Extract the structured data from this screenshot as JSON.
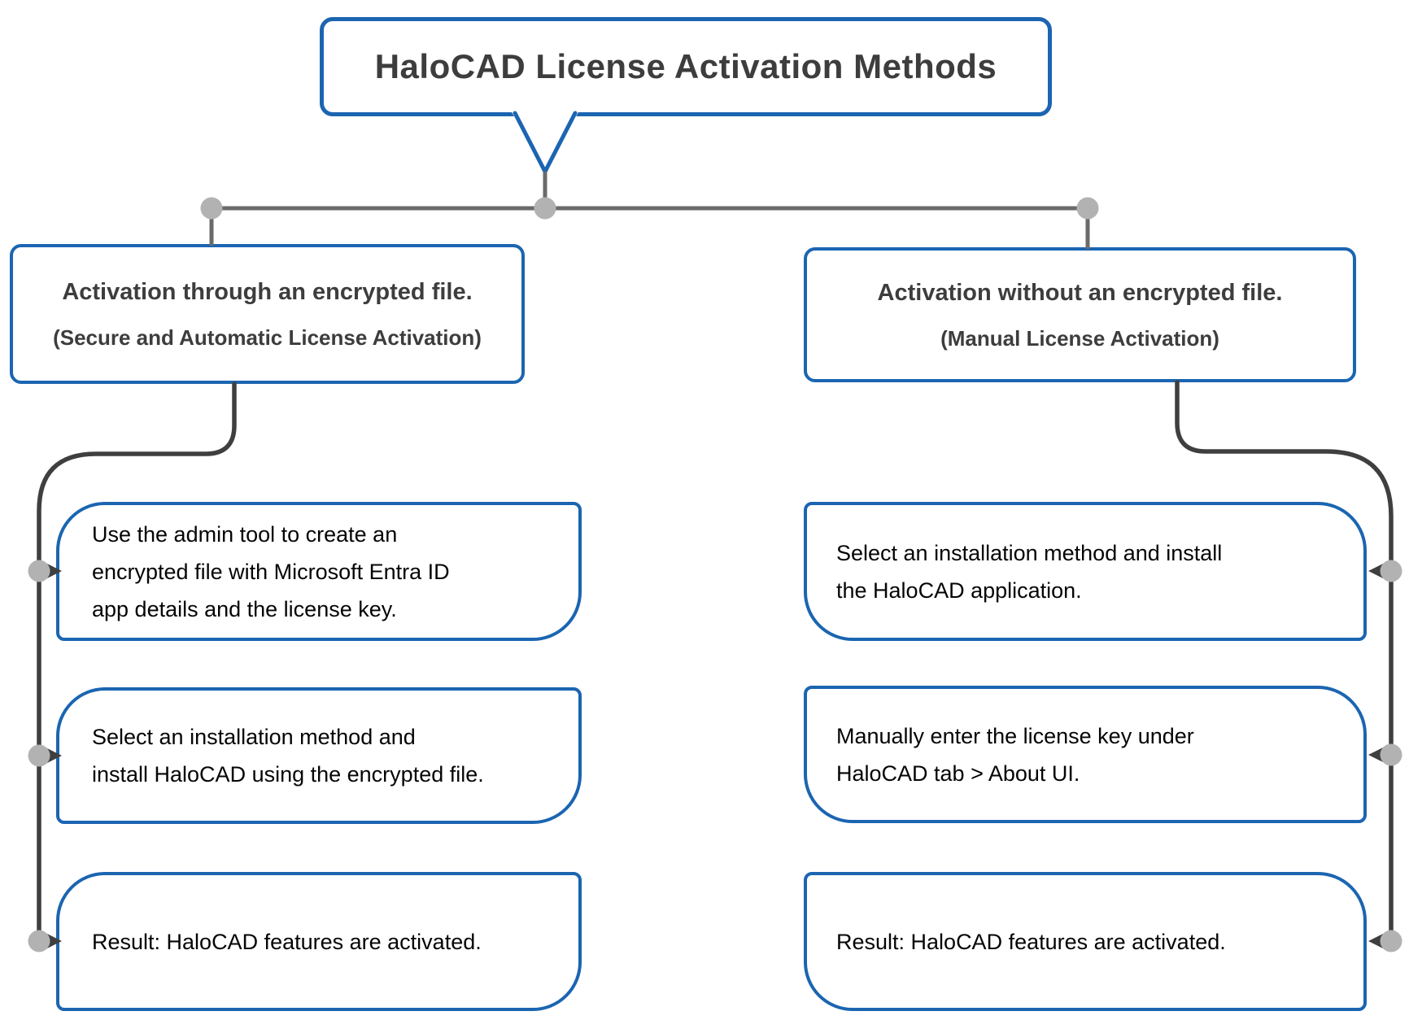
{
  "title": "HaloCAD License Activation Methods",
  "colors": {
    "accent_blue": "#1b65b1",
    "connector_gray": "#6a6a6a",
    "spine_gray": "#3f3f3f",
    "dot_gray": "#b2b2b2",
    "heading_text": "#3d3d3d",
    "step_text": "#050505"
  },
  "branches": {
    "left": {
      "heading": "Activation through an encrypted file.",
      "subheading": "(Secure and Automatic License Activation)",
      "steps": [
        {
          "lines": [
            "Use the admin tool to create an",
            "encrypted file with Microsoft Entra ID",
            "app details and the license key."
          ]
        },
        {
          "lines": [
            "Select an installation method and",
            "install HaloCAD using the encrypted file."
          ]
        },
        {
          "lines": [
            "Result: HaloCAD features are activated."
          ]
        }
      ]
    },
    "right": {
      "heading": "Activation without an encrypted file.",
      "subheading": "(Manual License Activation)",
      "steps": [
        {
          "lines": [
            "Select an installation method and install",
            "the HaloCAD application."
          ]
        },
        {
          "lines": [
            "Manually enter the license key under",
            "HaloCAD tab > About UI."
          ]
        },
        {
          "lines": [
            "Result: HaloCAD features are activated."
          ]
        }
      ]
    }
  }
}
